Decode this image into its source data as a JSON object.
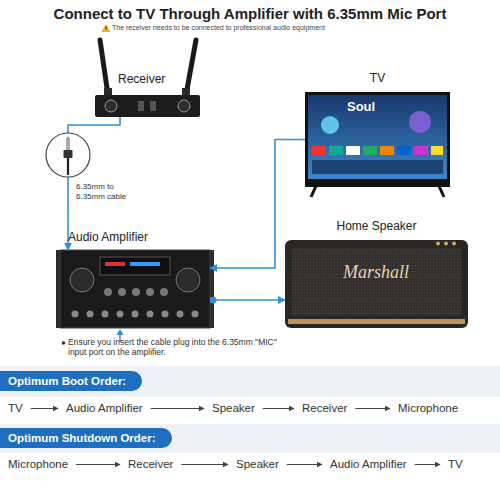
{
  "diagram": {
    "title": "Connect to TV Through Amplifier with 6.35mm Mic Port",
    "nodes": [
      {
        "text": [
          "Receiver"
        ]
      },
      {
        "text": [
          "TV"
        ]
      },
      {
        "text": [
          "Audio Amplifier"
        ]
      },
      {
        "text": [
          "Home Speaker"
        ]
      },
      {
        "text": [
          "Optimum Boot Order:"
        ]
      },
      {
        "text": [
          "TV"
        ]
      },
      {
        "text": [
          "Audio Amplifier"
        ]
      },
      {
        "text": [
          "Speaker"
        ]
      },
      {
        "text": [
          "Receiver"
        ]
      },
      {
        "text": [
          "Microphone"
        ]
      },
      {
        "text": [
          "Optimum Shutdown Order:"
        ]
      },
      {
        "text": [
          "Microphone"
        ]
      },
      {
        "text": [
          "Receiver"
        ]
      },
      {
        "text": [
          "Speaker"
        ]
      },
      {
        "text": [
          "Audio Amplifier"
        ]
      },
      {
        "text": [
          "TV"
        ]
      }
    ],
    "edges": [
      {
        "from": 0,
        "to": 2,
        "arrow": "to"
      },
      {
        "from": 1,
        "to": 2,
        "arrow": "to"
      },
      {
        "from": 2,
        "to": 3,
        "arrow": "to"
      },
      {
        "from": 5,
        "to": 6,
        "arrow": "to"
      },
      {
        "from": 6,
        "to": 7,
        "arrow": "to"
      },
      {
        "from": 7,
        "to": 8,
        "arrow": "to"
      },
      {
        "from": 8,
        "to": 9,
        "arrow": "to"
      },
      {
        "from": 11,
        "to": 12,
        "arrow": "to"
      },
      {
        "from": 12,
        "to": 13,
        "arrow": "to"
      },
      {
        "from": 13,
        "to": 14,
        "arrow": "to"
      },
      {
        "from": 14,
        "to": 15,
        "arrow": "to"
      }
    ],
    "labels": [
      "The receiver needs to be connected to professional audio equipment",
      "6.35mm to 6.35mm cable",
      "Ensure you insert the cable plug into the 6.35mm \"MIC\" input port on the amplifier.",
      "Soul",
      "Marshall"
    ]
  }
}
